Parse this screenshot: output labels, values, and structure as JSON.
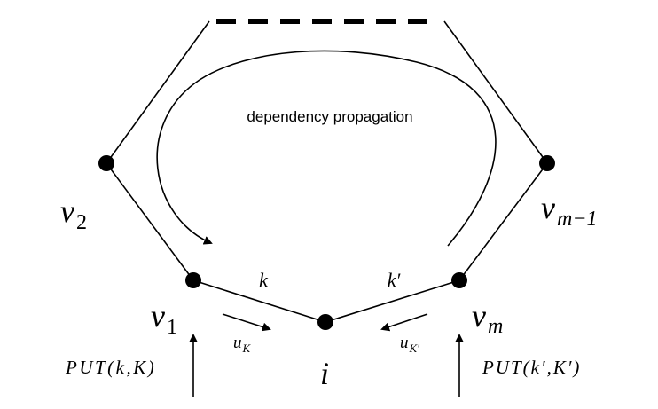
{
  "diagram": {
    "annotation": "dependency propagation",
    "nodes": {
      "v2": {
        "base": "v",
        "sub": "2"
      },
      "vm1": {
        "base": "v",
        "sub": "m−1"
      },
      "v1": {
        "base": "v",
        "sub": "1"
      },
      "vm": {
        "base": "v",
        "sub": "m"
      },
      "i": {
        "label": "i"
      }
    },
    "edges": {
      "left_edge": "k",
      "right_edge": "k′"
    },
    "messages": {
      "left": {
        "base": "u",
        "sub": "K"
      },
      "right": {
        "base": "u",
        "sub": "K′"
      }
    },
    "puts": {
      "left": "PUT(k,K)",
      "right": "PUT(k′,K′)"
    }
  }
}
